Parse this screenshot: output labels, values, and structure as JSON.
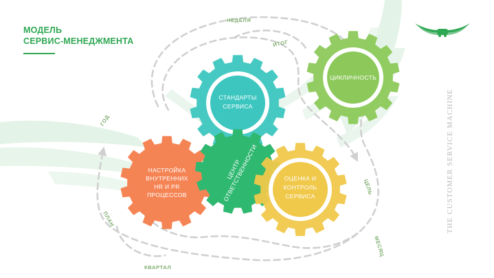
{
  "title": {
    "line1": "МОДЕЛЬ",
    "line2": "СЕРВИС-МЕНЕДЖМЕНТА"
  },
  "brand": {
    "vertical_text": "THE CUSTOMER SERVICE MACHINE",
    "logo_icon": "winged-car-logo-icon"
  },
  "gears": {
    "standards": {
      "line1": "СТАНДАРТЫ",
      "line2": "СЕРВИСА",
      "color": "#3cc6bf"
    },
    "cyclicity": {
      "line1": "ЦИКЛИЧНОСТЬ",
      "color": "#8cc95a"
    },
    "hr": {
      "line1": "НАСТРОЙКА",
      "line2": "ВНУТРЕННИХ",
      "line3": "HR И PR",
      "line4": "ПРОЦЕССОВ",
      "color": "#f47d4c"
    },
    "center": {
      "line1": "ЦЕНТР",
      "line2": "ОТВЕТСТВЕННОСТИ",
      "color": "#2fb870"
    },
    "evaluation": {
      "line1": "ОЦЕНКА И",
      "line2": "КОНТРОЛЬ",
      "line3": "СЕРВИСА",
      "color": "#f0c84a"
    }
  },
  "cycle_labels": {
    "week": "НЕДЕЛЯ",
    "result": "ИТОГ",
    "year": "ГОД",
    "goal": "ЦЕЛЬ",
    "plan": "ПЛАН",
    "month": "МЕСЯЦ",
    "quarter": "КВАРТАЛ"
  },
  "colors": {
    "accent": "#2fa854",
    "dash": "#cfcfcf",
    "wing": "#e3f3e7"
  }
}
